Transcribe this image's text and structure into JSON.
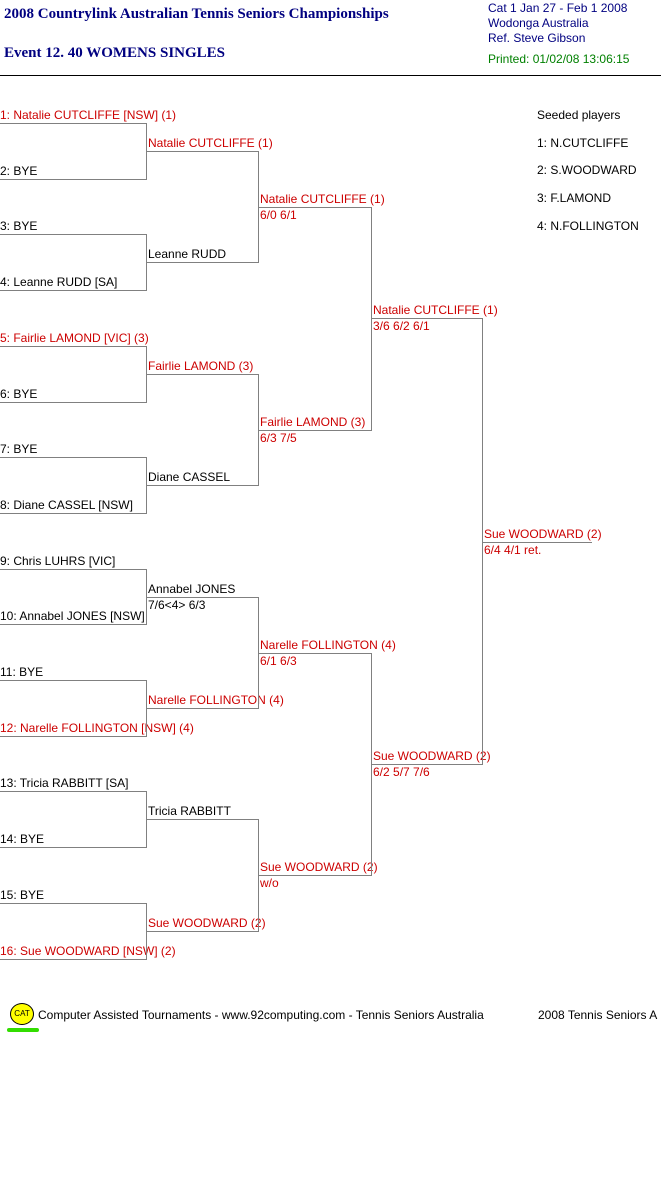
{
  "header": {
    "title": "2008 Countrylink Australian Tennis Seniors Championships",
    "event": "Event 12. 40 WOMENS SINGLES",
    "cat_dates": "Cat 1   Jan 27 - Feb 1 2008",
    "location": "Wodonga   Australia",
    "referee": "Ref. Steve Gibson",
    "printed": "Printed: 01/02/08 13:06:15"
  },
  "seeded": {
    "heading": "Seeded players",
    "players": [
      "1: N.CUTCLIFFE",
      "2: S.WOODWARD",
      "3: F.LAMOND",
      "4: N.FOLLINGTON"
    ]
  },
  "colors": {
    "seed": "#cc0000",
    "normal": "#000000",
    "lines": "#808080",
    "title": "#000080"
  },
  "round1": [
    {
      "label": "1: Natalie CUTCLIFFE [NSW] (1)",
      "seed": true
    },
    {
      "label": "2: BYE",
      "seed": false
    },
    {
      "label": "3: BYE",
      "seed": false
    },
    {
      "label": "4: Leanne RUDD [SA]",
      "seed": false
    },
    {
      "label": "5: Fairlie LAMOND [VIC] (3)",
      "seed": true
    },
    {
      "label": "6: BYE",
      "seed": false
    },
    {
      "label": "7: BYE",
      "seed": false
    },
    {
      "label": "8: Diane CASSEL [NSW]",
      "seed": false
    },
    {
      "label": "9: Chris LUHRS [VIC]",
      "seed": false
    },
    {
      "label": "10: Annabel JONES [NSW]",
      "seed": false
    },
    {
      "label": "11: BYE",
      "seed": false
    },
    {
      "label": "12: Narelle FOLLINGTON [NSW] (4)",
      "seed": true
    },
    {
      "label": "13: Tricia RABBITT [SA]",
      "seed": false
    },
    {
      "label": "14: BYE",
      "seed": false
    },
    {
      "label": "15: BYE",
      "seed": false
    },
    {
      "label": "16: Sue WOODWARD [NSW] (2)",
      "seed": true
    }
  ],
  "round2": [
    {
      "name": "Natalie CUTCLIFFE (1)",
      "score": "",
      "seed": true
    },
    {
      "name": "Leanne RUDD",
      "score": "",
      "seed": false
    },
    {
      "name": "Fairlie LAMOND (3)",
      "score": "",
      "seed": true
    },
    {
      "name": "Diane CASSEL",
      "score": "",
      "seed": false
    },
    {
      "name": "Annabel JONES",
      "score": "7/6<4> 6/3",
      "seed": false
    },
    {
      "name": "Narelle FOLLINGTON (4)",
      "score": "",
      "seed": true
    },
    {
      "name": "Tricia RABBITT",
      "score": "",
      "seed": false
    },
    {
      "name": "Sue WOODWARD (2)",
      "score": "",
      "seed": true
    }
  ],
  "round3": [
    {
      "name": "Natalie CUTCLIFFE (1)",
      "score": "6/0 6/1",
      "seed": true
    },
    {
      "name": "Fairlie LAMOND (3)",
      "score": "6/3 7/5",
      "seed": true
    },
    {
      "name": "Narelle FOLLINGTON (4)",
      "score": "6/1 6/3",
      "seed": true
    },
    {
      "name": "Sue WOODWARD (2)",
      "score": "w/o",
      "seed": true
    }
  ],
  "round4": [
    {
      "name": "Natalie CUTCLIFFE (1)",
      "score": "3/6 6/2 6/1",
      "seed": true
    },
    {
      "name": "Sue WOODWARD (2)",
      "score": "6/2 5/7 7/6",
      "seed": true
    }
  ],
  "final": {
    "name": "Sue WOODWARD (2)",
    "score": "6/4 4/1 ret.",
    "seed": true
  },
  "footer": {
    "logo_text": "CAT",
    "text": "Computer Assisted Tournaments - www.92computing.com -  Tennis Seniors Australia",
    "right": "2008 Tennis Seniors A"
  }
}
